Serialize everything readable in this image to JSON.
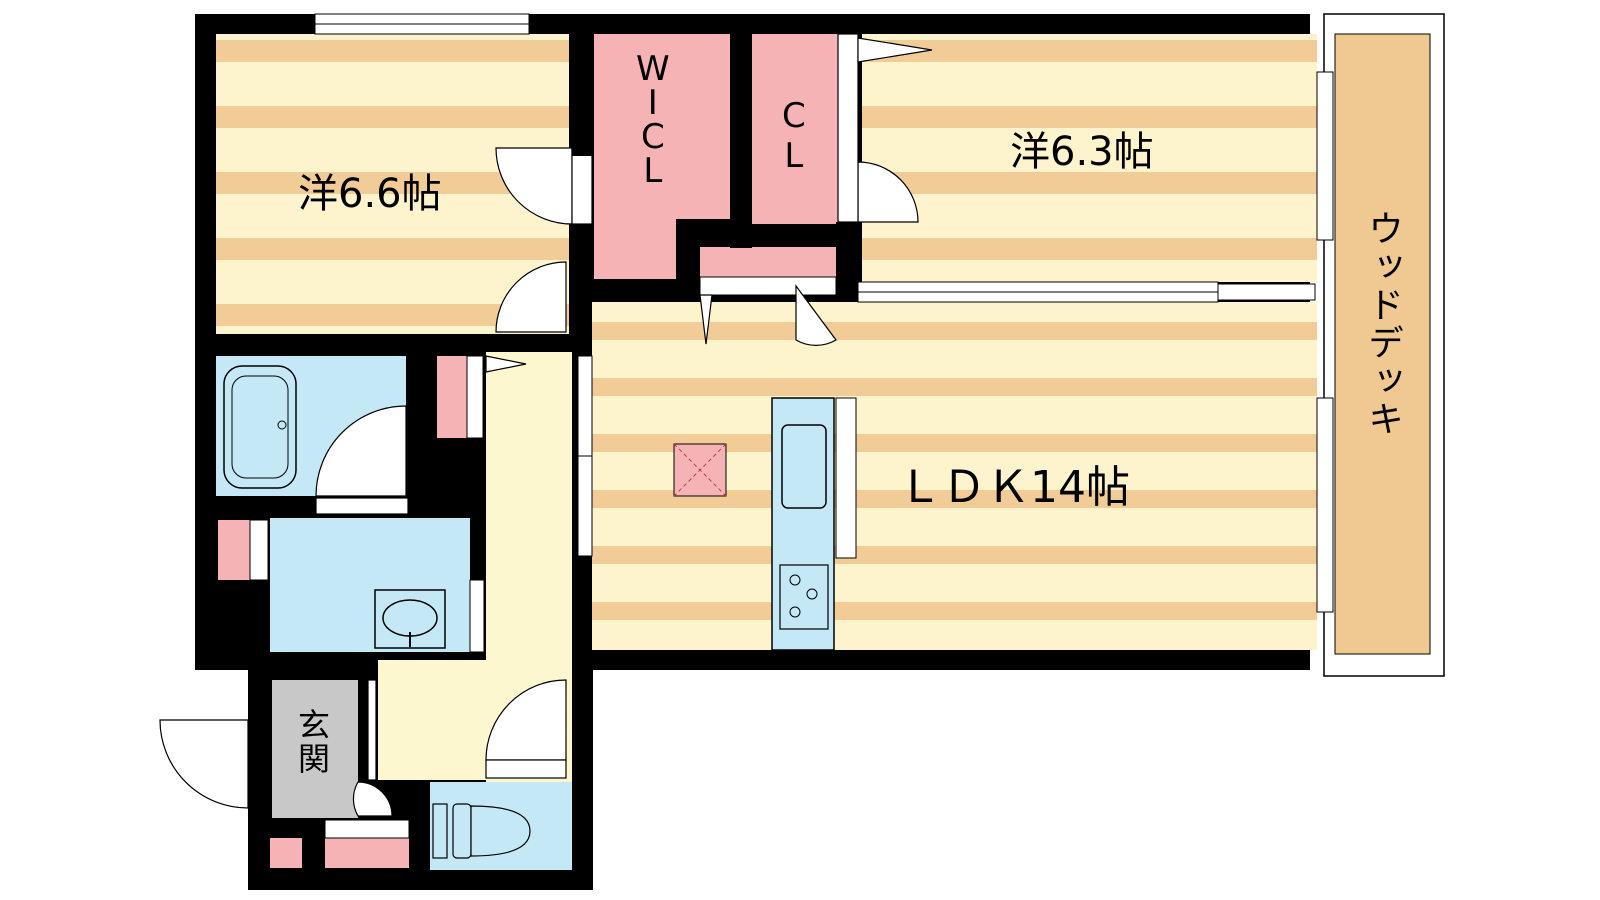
{
  "colors": {
    "wall": "#000000",
    "floor_stripe_dark": "#f2cc96",
    "floor_stripe_light": "#fdf3cd",
    "storage_pink": "#f6b3b6",
    "wet_blue": "#c5e8f7",
    "hall_yellow": "#fdf7cf",
    "entrance_gray": "#c8c8c8",
    "deck_tan": "#f0c891"
  },
  "rooms": {
    "western_left": "洋6.6帖",
    "western_right": "洋6.3帖",
    "walk_in_closet": "W\nI\nC\nL",
    "closet": "C\nL",
    "ldk": "ＬＤＫ14帖",
    "entrance": "玄関",
    "deck": "ウッドデッキ"
  }
}
